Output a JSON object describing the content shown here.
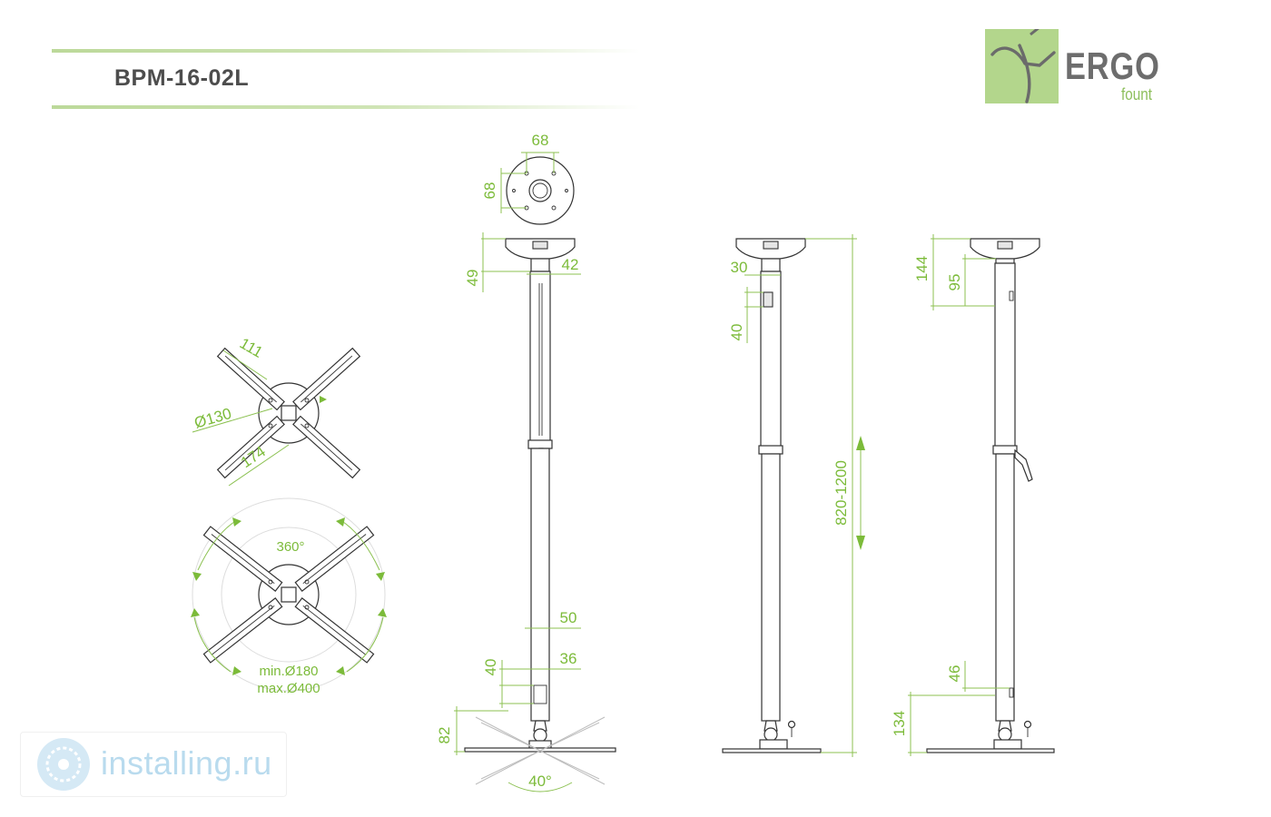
{
  "header": {
    "model": "BPM-16-02L"
  },
  "logo": {
    "brand": "ERGO",
    "sub": "fount"
  },
  "watermark": {
    "text": "installing.ru"
  },
  "dimensions": {
    "plate_width": "68",
    "plate_height": "68",
    "top_mount_height": "49",
    "tube_upper_diameter": "42",
    "tube_lower_diameter": "50",
    "tube_bottom_diameter": "36",
    "bottom_segment": "40",
    "base_height": "82",
    "tilt_angle": "40°",
    "side_upper_offset": "30",
    "side_slot_height": "40",
    "height_range": "820-1200",
    "right_top_total": "144",
    "right_top_inner": "95",
    "right_lower_marker": "46",
    "right_base_height": "134",
    "arm_length": "111",
    "hub_diameter": "Ø130",
    "arm_span": "174",
    "rotation": "360°",
    "min_span": "min.Ø180",
    "max_span": "max.Ø400"
  },
  "colors": {
    "accent": "#7cbb3a",
    "line": "#333333",
    "title": "#4d4d4d",
    "logo_green": "#b3d68c",
    "watermark": "#b9dbee"
  }
}
